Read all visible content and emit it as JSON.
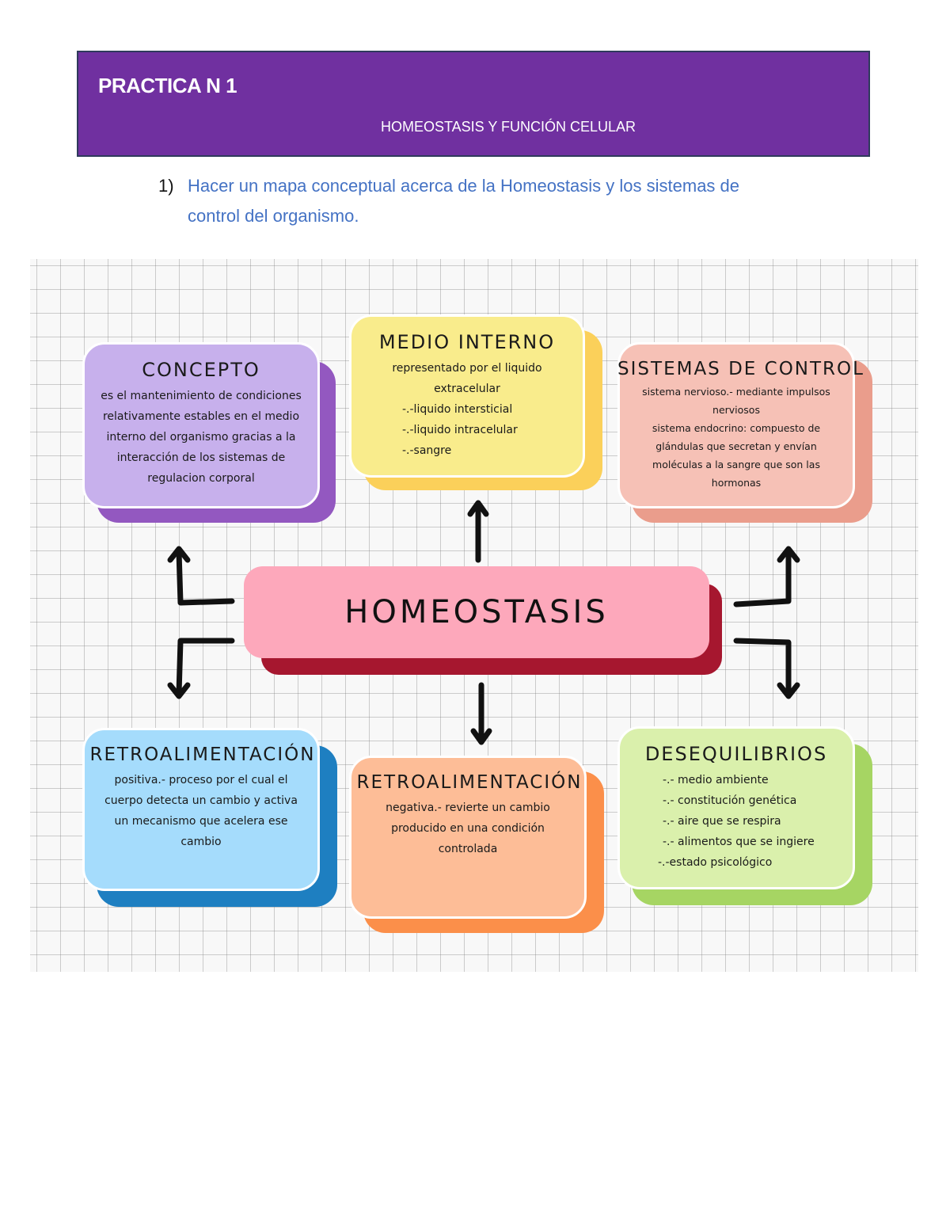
{
  "header": {
    "title": "PRACTICA N 1",
    "subtitle": "HOMEOSTASIS Y FUNCIÓN CELULAR",
    "background_color": "#7030a0"
  },
  "task": {
    "number": "1)",
    "line1": "Hacer un mapa conceptual acerca de la Homeostasis y los sistemas de",
    "line2": "control del organismo.",
    "color": "#4472c4"
  },
  "concept_map": {
    "center": {
      "label": "HOMEOSTASIS",
      "color": "#fda8bb",
      "shadow": "#a6172f"
    },
    "cards": [
      {
        "id": "concepto",
        "title": "CONCEPTO",
        "color": "#c7b0ec",
        "shadow": "#9358c0",
        "lines": [
          "es el mantenimiento de condiciones",
          "relativamente estables en el medio",
          "interno del organismo gracias a la",
          "interacción de los sistemas de",
          "regulacion corporal"
        ]
      },
      {
        "id": "medio-interno",
        "title": "MEDIO INTERNO",
        "color": "#f9ec8c",
        "shadow": "#fbd05a",
        "lines": [
          "representado por el liquido",
          "extracelular",
          "-.-liquido intersticial",
          "-.-liquido intracelular",
          "-.-sangre"
        ]
      },
      {
        "id": "sistemas-de-control",
        "title": "SISTEMAS DE CONTROL",
        "color": "#f6c1b6",
        "shadow": "#ea9d8c",
        "lines": [
          "sistema nervioso.- mediante impulsos",
          "nerviosos",
          "sistema endocrino: compuesto de",
          "glándulas que secretan y envían",
          "moléculas a la sangre que son las",
          "hormonas"
        ]
      },
      {
        "id": "retroalimentacion-positiva",
        "title": "RETROALIMENTACIÓN",
        "color": "#a5dcfc",
        "shadow": "#1e7fc1",
        "lines": [
          "positiva.- proceso por el cual el",
          "cuerpo detecta un cambio y activa",
          "un mecanismo que acelera ese",
          "cambio"
        ]
      },
      {
        "id": "retroalimentacion-negativa",
        "title": "RETROALIMENTACIÓN",
        "color": "#fdbd97",
        "shadow": "#fb8f4a",
        "lines": [
          "negativa.- revierte un cambio",
          "producido en una condición",
          "controlada"
        ]
      },
      {
        "id": "desequilibrios",
        "title": "DESEQUILIBRIOS",
        "color": "#daf0ac",
        "shadow": "#a6d563",
        "lines": [
          "-.- medio ambiente",
          "-.- constitución genética",
          "-.- aire que se respira",
          "-.- alimentos que se ingiere",
          "-.-estado psicológico"
        ]
      }
    ]
  }
}
